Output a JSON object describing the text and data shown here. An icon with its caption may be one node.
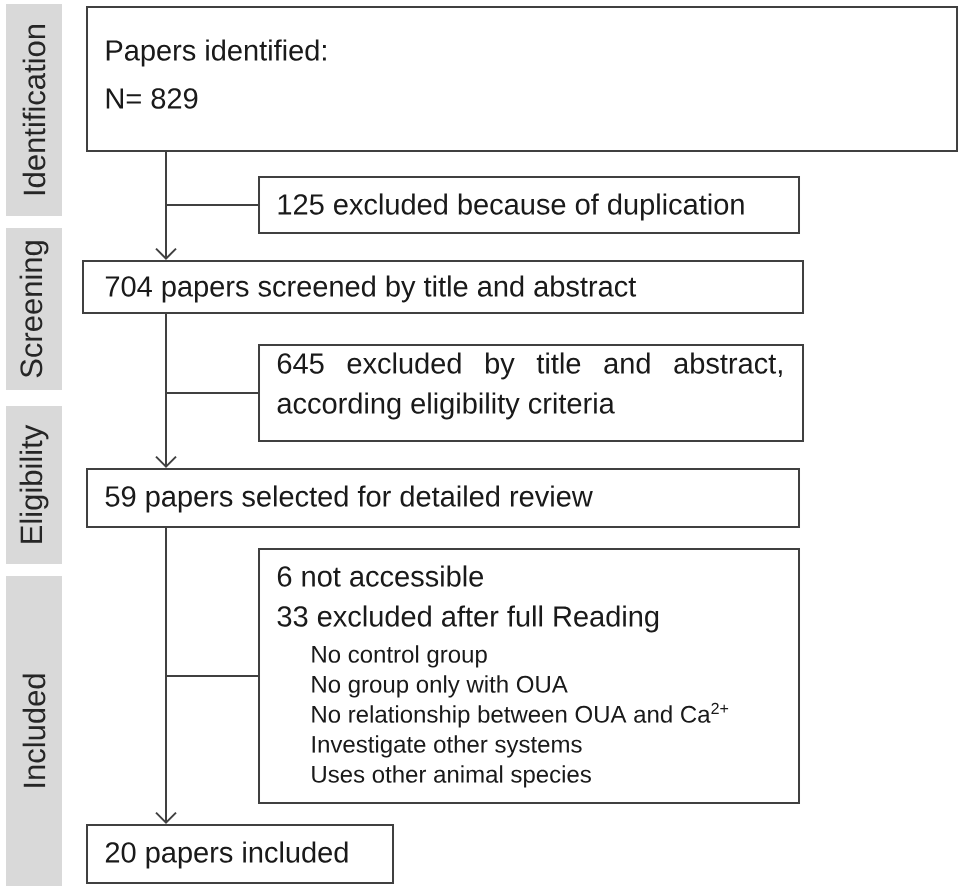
{
  "diagram": {
    "nodes": [
      {
        "text": [
          "Identification"
        ]
      },
      {
        "text": [
          "Papers identified:",
          "N= 829"
        ]
      },
      {
        "text": [
          "125 excluded because of duplication"
        ]
      },
      {
        "text": [
          "Screening"
        ]
      },
      {
        "text": [
          "704 papers screened by title and abstract"
        ]
      },
      {
        "text": [
          "645 excluded by title and abstract, according eligibility criteria"
        ]
      },
      {
        "text": [
          "Eligibility"
        ]
      },
      {
        "text": [
          "59 papers selected for detailed review"
        ]
      },
      {
        "text": [
          "Included"
        ]
      },
      {
        "text": [
          "6 not accessible",
          "33 excluded after full Reading",
          "No control group",
          "No group only with OUA",
          "No relationship between OUA and Ca$^{2+}$",
          "Investigate other systems",
          "Uses other animal species"
        ]
      },
      {
        "text": [
          "20 papers included"
        ]
      }
    ],
    "edges": [
      {
        "from": 1,
        "to": 4,
        "arrow": "to"
      },
      {
        "from": 1,
        "to": 2,
        "arrow": "none"
      },
      {
        "from": 4,
        "to": 7,
        "arrow": "to"
      },
      {
        "from": 4,
        "to": 5,
        "arrow": "none"
      },
      {
        "from": 7,
        "to": 10,
        "arrow": "to"
      },
      {
        "from": 7,
        "to": 9,
        "arrow": "none"
      }
    ]
  }
}
